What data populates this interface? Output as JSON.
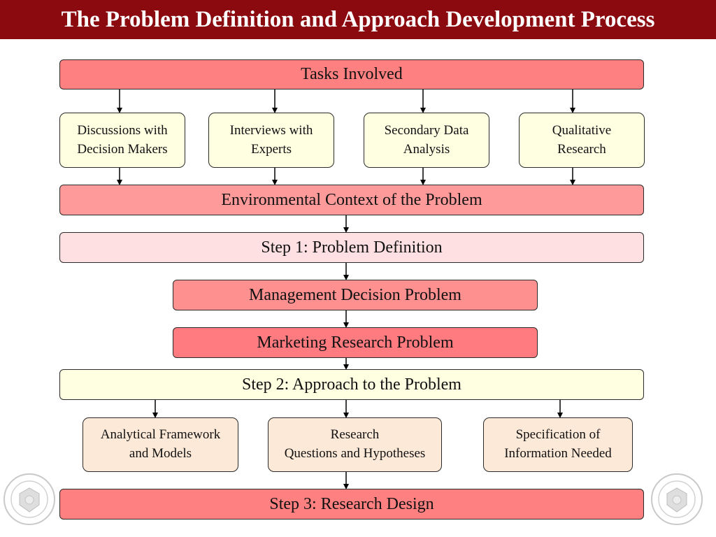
{
  "title": "The Problem Definition and Approach Development Process",
  "tasks_involved": "Tasks Involved",
  "tasks": [
    "Discussions with\nDecision Makers",
    "Interviews with\nExperts",
    "Secondary Data\nAnalysis",
    "Qualitative\nResearch"
  ],
  "environmental_context": "Environmental Context of the Problem",
  "step1": "Step 1: Problem Definition",
  "management_problem": "Management Decision Problem",
  "marketing_problem": "Marketing Research Problem",
  "step2": "Step 2: Approach to the Problem",
  "approach_items": [
    "Analytical Framework\nand Models",
    "Research\nQuestions and Hypotheses",
    "Specification of\nInformation Needed"
  ],
  "step3": "Step 3: Research Design",
  "colors": {
    "title_bar": "#8b0a0f",
    "red_box": "#ff8080",
    "pink_box": "#ffe0e2",
    "yellow_box": "#ffffe2",
    "peach_box": "#fde9d8"
  }
}
